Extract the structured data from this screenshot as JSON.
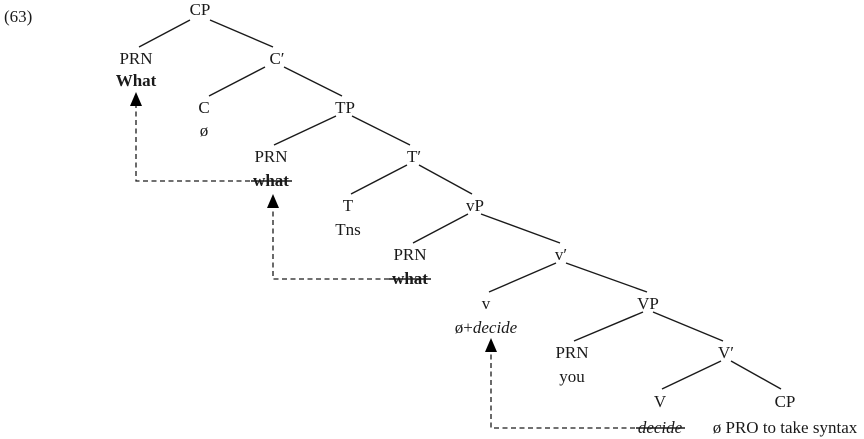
{
  "example_number": "(63)",
  "nodes": {
    "cp": "CP",
    "prn1": "PRN",
    "what1": "What",
    "cbar": "C′",
    "c": "C",
    "c_null": "ø",
    "tp": "TP",
    "prn2": "PRN",
    "what2": "what",
    "tbar": "T′",
    "t": "T",
    "tns": "Tns",
    "vp_small": "vP",
    "prn3": "PRN",
    "what3": "what",
    "vbar_small": "v′",
    "v_small": "v",
    "v_null_prefix": "ø+",
    "v_decide": "decide",
    "vp": "VP",
    "prn4": "PRN",
    "you": "you",
    "vbar": "V′",
    "v": "V",
    "decide_trace": "decide",
    "cp2": "CP",
    "cp2_content": "ø PRO to take syntax"
  }
}
